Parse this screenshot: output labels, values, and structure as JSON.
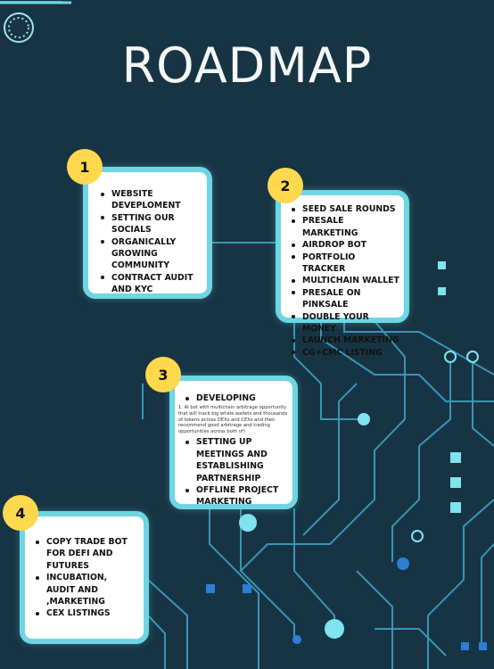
{
  "title": "ROADMAP",
  "colors": {
    "background": "#173444",
    "accent": "#6ed6e3",
    "badge": "#ffd84d"
  },
  "icons": {
    "top_left": "dashed-ring-icon"
  },
  "phases": [
    {
      "number": "1",
      "items": [
        "WEBSITE DEVEPLOMENT",
        "SETTING OUR SOCIALS",
        "ORGANICALLY GROWING COMMUNITY",
        "CONTRACT AUDIT AND KYC"
      ]
    },
    {
      "number": "2",
      "items": [
        "SEED SALE ROUNDS",
        "PRESALE MARKETING",
        "AIRDROP BOT",
        "PORTFOLIO TRACKER",
        "MULTICHAIN WALLET",
        "PRESALE ON PINKSALE",
        "DOUBLE YOUR MONEY",
        "LAUNCH MARKETING",
        "CG+CMC LISTING"
      ]
    },
    {
      "number": "3",
      "items": [
        "DEVELOPING",
        "SETTING UP MEETINGS AND ESTABLISHING PARTNERSHIP",
        "OFFLINE PROJECT MARKETING"
      ],
      "note": "1. AI bot with multichain arbitrage opportunity that will track big whale wallets and thousands of tokens across DEXs and CEXs and then recommend good arbitrage and trading opportunities across both of)"
    },
    {
      "number": "4",
      "items": [
        "COPY TRADE BOT FOR DEFI AND FUTURES",
        "INCUBATION, AUDIT AND ,MARKETING",
        "CEX LISTINGS"
      ]
    }
  ]
}
